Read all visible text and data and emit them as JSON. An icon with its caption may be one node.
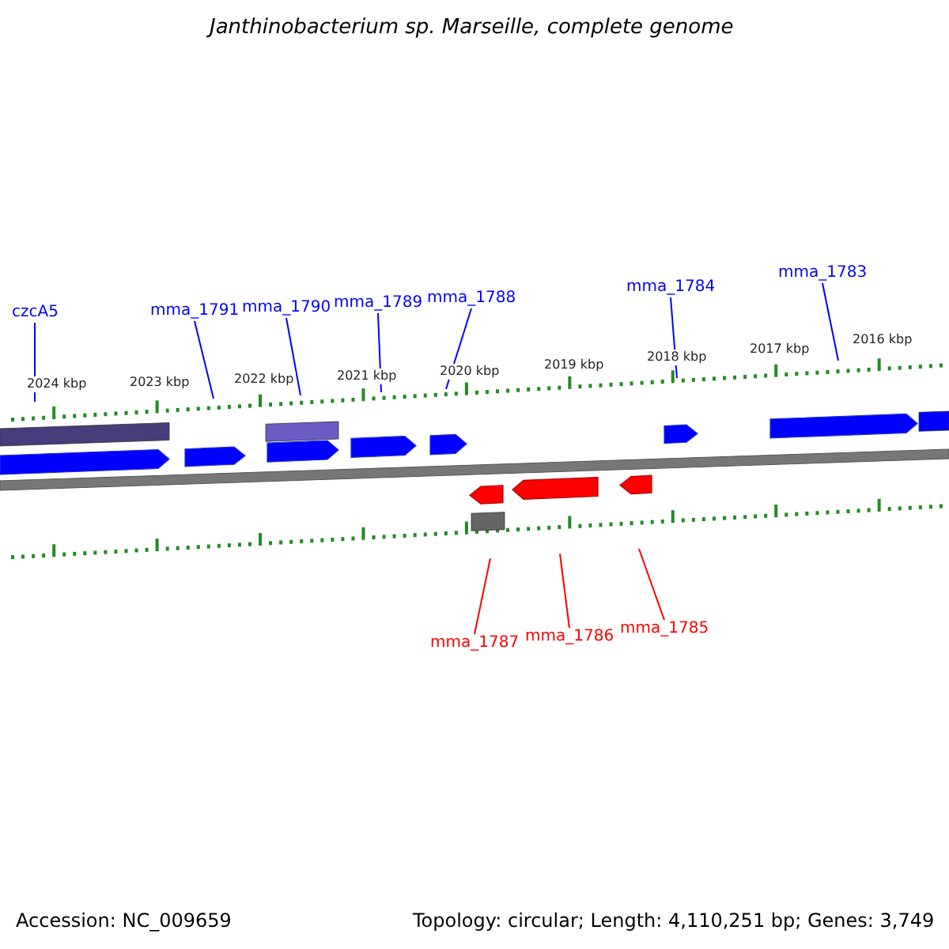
{
  "diagram": {
    "title": "Janthinobacterium sp. Marseille, complete genome",
    "nodes": [
      {
        "text": [
          "czcA5"
        ]
      },
      {
        "text": [
          "mma_1791"
        ]
      },
      {
        "text": [
          "mma_1790"
        ]
      },
      {
        "text": [
          "mma_1789"
        ]
      },
      {
        "text": [
          "mma_1788"
        ]
      },
      {
        "text": [
          "mma_1784"
        ]
      },
      {
        "text": [
          "mma_1783"
        ]
      },
      {
        "text": [
          "mma_1787"
        ]
      },
      {
        "text": [
          "mma_1786"
        ]
      },
      {
        "text": [
          "mma_1785"
        ]
      },
      {
        "text": [],
        "shape": "picture"
      }
    ],
    "edges": [
      {
        "from": 0,
        "to": 10,
        "arrow": "none"
      },
      {
        "from": 1,
        "to": 10,
        "arrow": "none"
      },
      {
        "from": 2,
        "to": 10,
        "arrow": "none"
      },
      {
        "from": 3,
        "to": 10,
        "arrow": "none"
      },
      {
        "from": 4,
        "to": 10,
        "arrow": "none"
      },
      {
        "from": 5,
        "to": 10,
        "arrow": "none"
      },
      {
        "from": 6,
        "to": 10,
        "arrow": "none"
      },
      {
        "from": 7,
        "to": 10,
        "arrow": "none",
        "color": "#ff0000"
      },
      {
        "from": 8,
        "to": 10,
        "arrow": "none",
        "color": "#ff0000"
      },
      {
        "from": 9,
        "to": 10,
        "arrow": "none",
        "color": "#ff0000"
      }
    ],
    "labels": [
      "2024 kbp",
      "2023 kbp",
      "2022 kbp",
      "2021 kbp",
      "2020 kbp",
      "2019 kbp",
      "2018 kbp",
      "2017 kbp",
      "2016 kbp",
      "Accession: NC_009659",
      "Topology: circular; Length: 4,110,251 bp; Genes: 3,749"
    ]
  }
}
